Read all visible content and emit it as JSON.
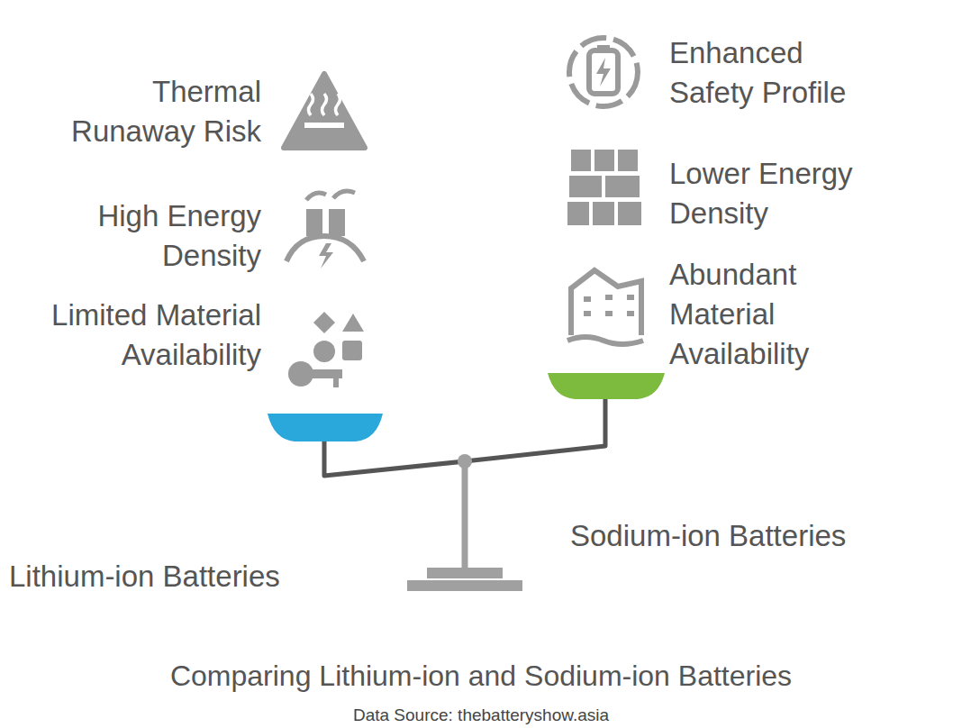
{
  "diagram": {
    "title": "Comparing Lithium-ion and Sodium-ion Batteries",
    "caption": "Data Source: thebatteryshow.asia",
    "labels": [
      "Thermal Runaway Risk",
      "High Energy Density",
      "Limited Material Availability",
      "Enhanced Safety Profile",
      "Lower Energy Density",
      "Abundant Material Availability",
      "Lithium-ion Batteries",
      "Sodium-ion Batteries"
    ]
  }
}
